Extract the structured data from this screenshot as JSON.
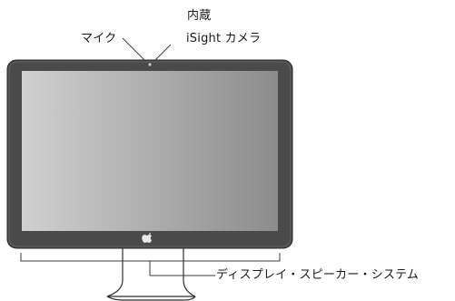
{
  "labels": {
    "built_in": "内蔵",
    "camera": "iSight カメラ",
    "microphone": "マイク",
    "speakers": "ディスプレイ・スピーカー・システム"
  },
  "icons": {
    "logo": "apple-logo-icon"
  },
  "colors": {
    "bezel": "#4b4b4b",
    "screen_light": "#c9c9c9",
    "screen_dark": "#8e8e8e",
    "line": "#3a3a3a"
  }
}
